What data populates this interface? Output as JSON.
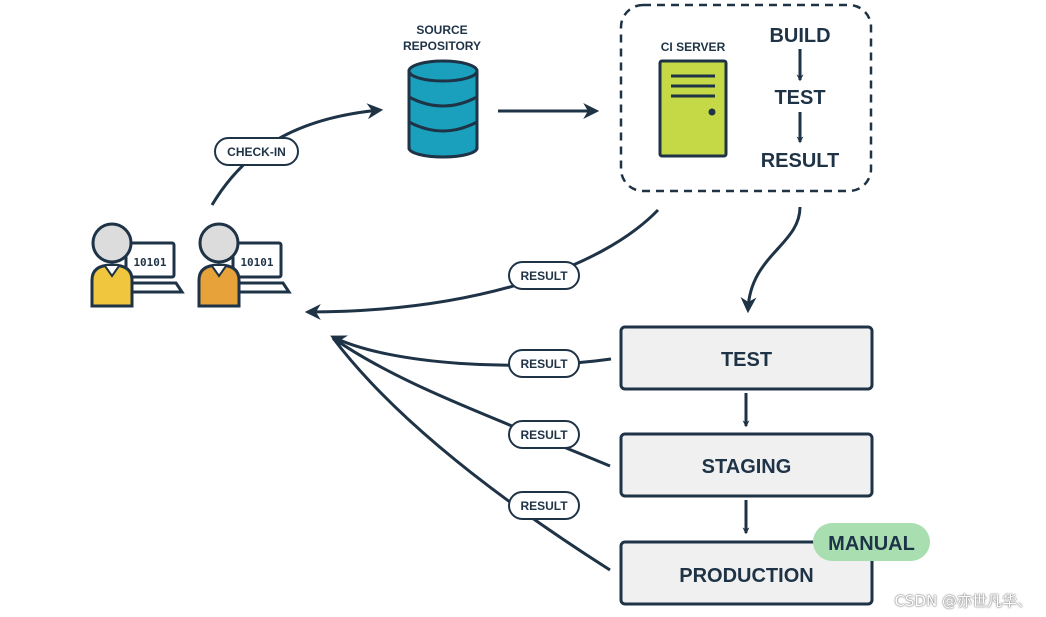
{
  "labels": {
    "source_repository_line1": "SOURCE",
    "source_repository_line2": "REPOSITORY",
    "ci_server": "CI SERVER",
    "build": "BUILD",
    "test_step": "TEST",
    "result_step": "RESULT",
    "check_in": "CHECK-IN",
    "result_pill": "RESULT",
    "developer_code": "10101",
    "stage_test": "TEST",
    "stage_staging": "STAGING",
    "stage_production": "PRODUCTION",
    "manual_badge": "MANUAL"
  },
  "watermark": "CSDN @亦世凡华、",
  "colors": {
    "ink": "#1f3347",
    "database": "#1a9fbd",
    "server": "#c5d846",
    "stage_box": "#f0f0f0",
    "manual_badge": "#a9dfb0",
    "dev_shirt_1": "#f0c63e",
    "dev_shirt_2": "#e7a23a"
  }
}
